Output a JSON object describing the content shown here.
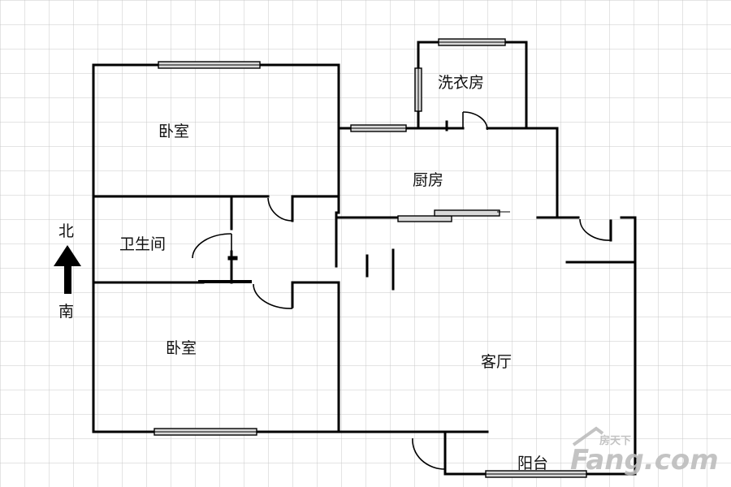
{
  "rooms": {
    "bedroom_north": "卧室",
    "bedroom_south": "卧室",
    "bathroom": "卫生间",
    "laundry": "洗衣房",
    "kitchen": "厨房",
    "living_room": "客厅",
    "balcony": "阳台"
  },
  "compass": {
    "north": "北",
    "south": "南"
  },
  "watermark": {
    "chinese": "房天下",
    "brand": "Fang.com"
  },
  "colors": {
    "grid": "#c9c9c9",
    "wall": "#000000",
    "window_fill": "#d9d9d9",
    "watermark": "#bdbdbd"
  }
}
